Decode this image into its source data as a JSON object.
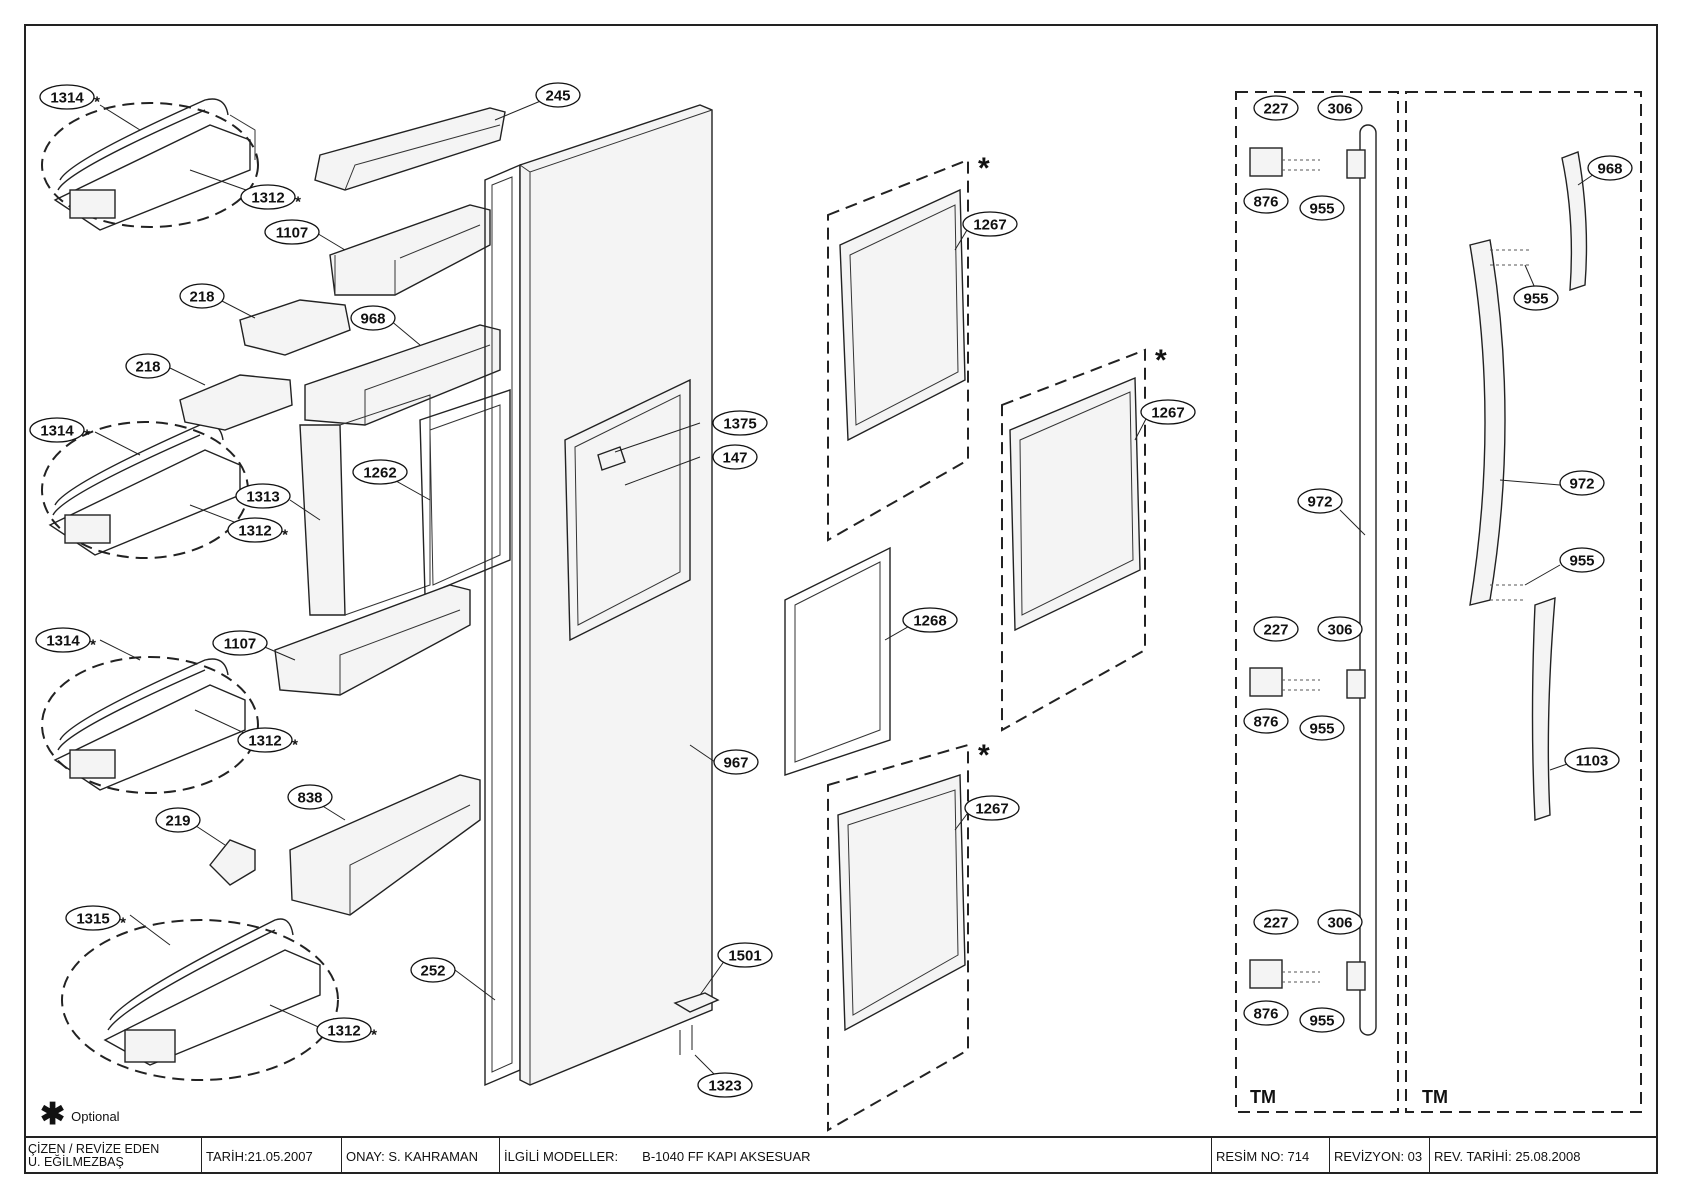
{
  "callouts": [
    {
      "id": "1314-a",
      "label": "1314",
      "star": true
    },
    {
      "id": "1312-a",
      "label": "1312",
      "star": true
    },
    {
      "id": "245",
      "label": "245",
      "star": false
    },
    {
      "id": "1107-a",
      "label": "1107",
      "star": false
    },
    {
      "id": "218-a",
      "label": "218",
      "star": false
    },
    {
      "id": "968-a",
      "label": "968",
      "star": false
    },
    {
      "id": "218-b",
      "label": "218",
      "star": false
    },
    {
      "id": "1314-b",
      "label": "1314",
      "star": true
    },
    {
      "id": "1313",
      "label": "1313",
      "star": false
    },
    {
      "id": "1262",
      "label": "1262",
      "star": false
    },
    {
      "id": "1312-b",
      "label": "1312",
      "star": true
    },
    {
      "id": "1375",
      "label": "1375",
      "star": false
    },
    {
      "id": "147",
      "label": "147",
      "star": false
    },
    {
      "id": "1314-c",
      "label": "1314",
      "star": true
    },
    {
      "id": "1107-b",
      "label": "1107",
      "star": false
    },
    {
      "id": "1312-c",
      "label": "1312",
      "star": true
    },
    {
      "id": "838",
      "label": "838",
      "star": false
    },
    {
      "id": "219",
      "label": "219",
      "star": false
    },
    {
      "id": "967",
      "label": "967",
      "star": false
    },
    {
      "id": "1315",
      "label": "1315",
      "star": true
    },
    {
      "id": "252",
      "label": "252",
      "star": false
    },
    {
      "id": "1501",
      "label": "1501",
      "star": false
    },
    {
      "id": "1312-d",
      "label": "1312",
      "star": true
    },
    {
      "id": "1323",
      "label": "1323",
      "star": false
    },
    {
      "id": "1267-a",
      "label": "1267",
      "star": false
    },
    {
      "id": "1267-b",
      "label": "1267",
      "star": false
    },
    {
      "id": "1268",
      "label": "1268",
      "star": false
    },
    {
      "id": "1267-c",
      "label": "1267",
      "star": false
    },
    {
      "id": "227-a",
      "label": "227",
      "star": false
    },
    {
      "id": "306-a",
      "label": "306",
      "star": false
    },
    {
      "id": "876-a",
      "label": "876",
      "star": false
    },
    {
      "id": "955-a",
      "label": "955",
      "star": false
    },
    {
      "id": "972-a",
      "label": "972",
      "star": false
    },
    {
      "id": "227-b",
      "label": "227",
      "star": false
    },
    {
      "id": "306-b",
      "label": "306",
      "star": false
    },
    {
      "id": "876-b",
      "label": "876",
      "star": false
    },
    {
      "id": "955-b",
      "label": "955",
      "star": false
    },
    {
      "id": "227-c",
      "label": "227",
      "star": false
    },
    {
      "id": "306-c",
      "label": "306",
      "star": false
    },
    {
      "id": "876-c",
      "label": "876",
      "star": false
    },
    {
      "id": "955-c",
      "label": "955",
      "star": false
    },
    {
      "id": "968-b",
      "label": "968",
      "star": false
    },
    {
      "id": "955-d",
      "label": "955",
      "star": false
    },
    {
      "id": "972-b",
      "label": "972",
      "star": false
    },
    {
      "id": "955-e",
      "label": "955",
      "star": false
    },
    {
      "id": "1103",
      "label": "1103",
      "star": false
    }
  ],
  "box_labels": {
    "left": "TM",
    "right": "TM"
  },
  "legend": {
    "text": "Optional",
    "symbol": "✱"
  },
  "title_block": {
    "drawer_label": "ÇİZEN / REVİZE EDEN",
    "drawer_name": "U. EĞİLMEZBAŞ",
    "date": "TARİH:21.05.2007",
    "approval": "ONAY: S. KAHRAMAN",
    "models_label": "İLGİLİ MODELLER:",
    "models_value": "B-1040 FF KAPI AKSESUAR",
    "drawing_no": "RESİM NO: 714",
    "revision": "REVİZYON: 03",
    "revision_date": "REV. TARİHİ: 25.08.2008"
  },
  "colors": {
    "line": "#222222",
    "background": "#ffffff"
  }
}
